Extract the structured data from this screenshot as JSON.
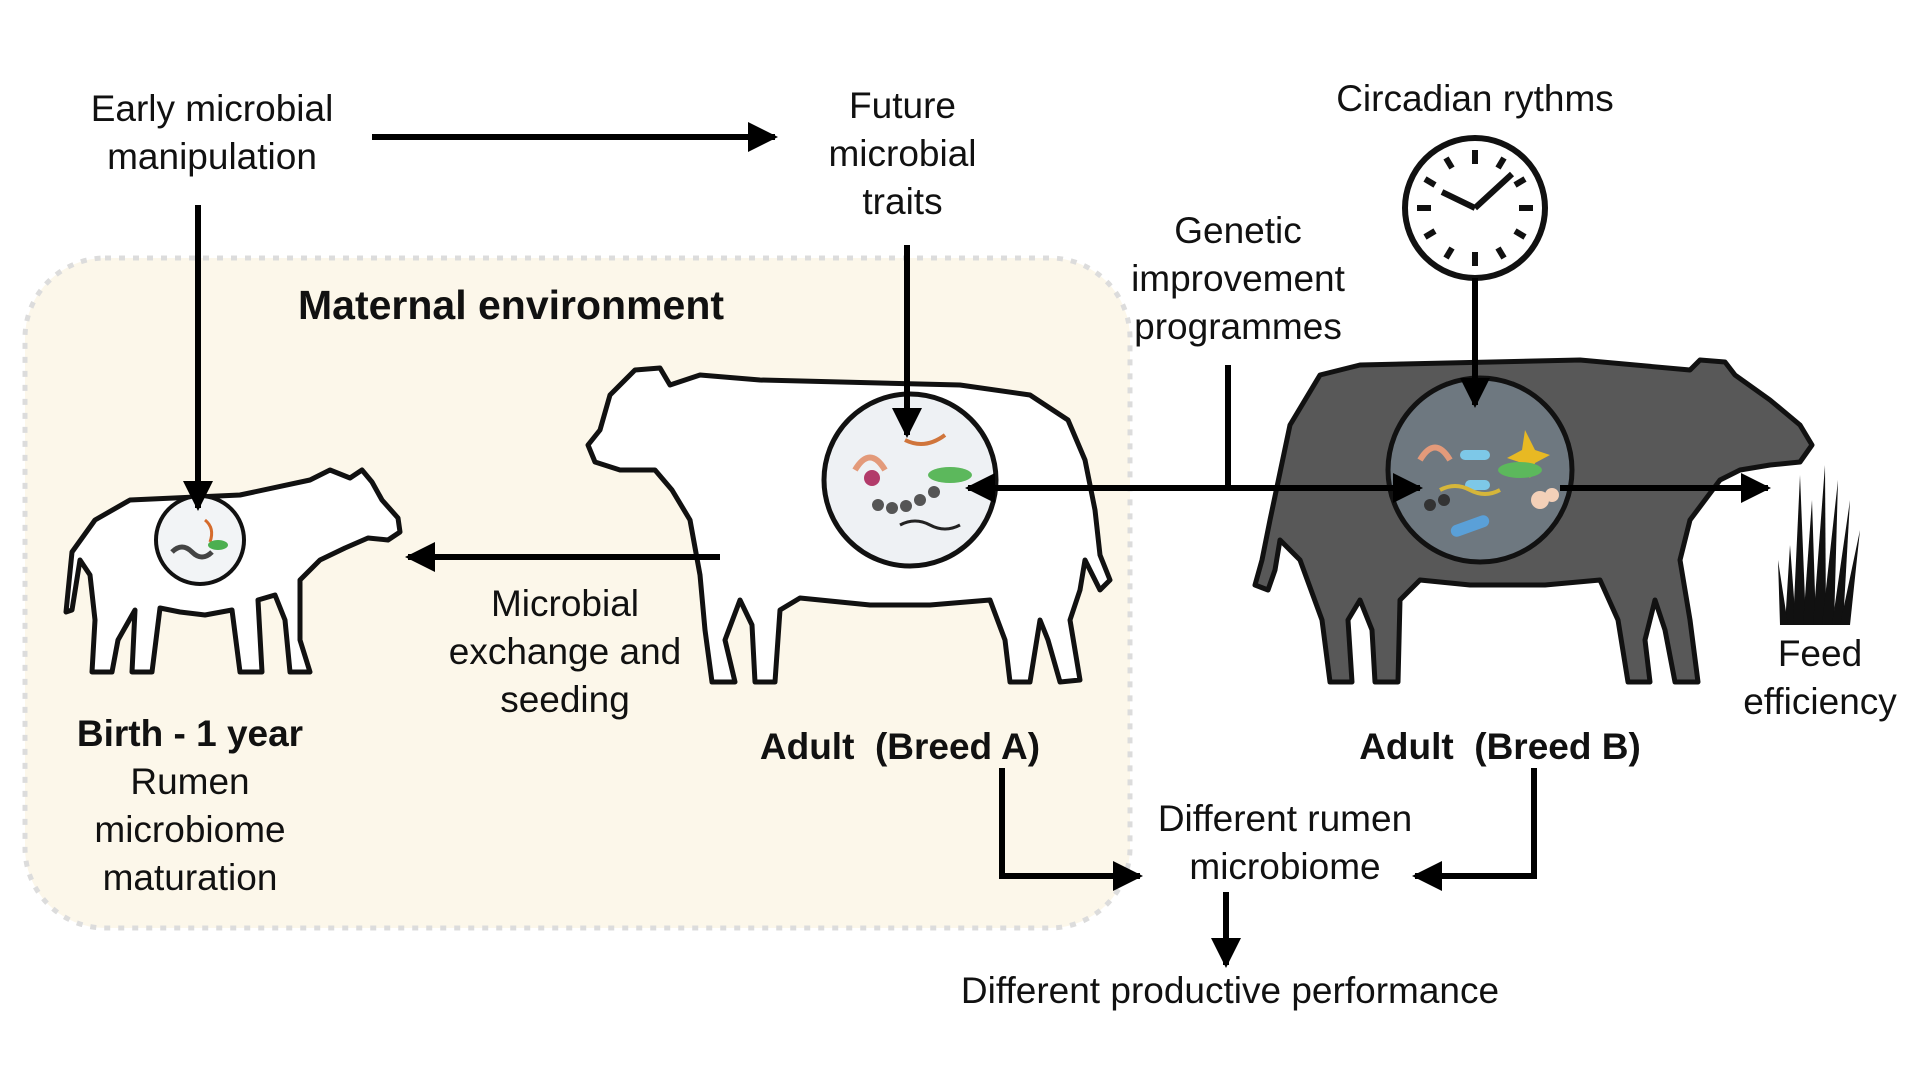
{
  "labels": {
    "early_manipulation": "Early microbial manipulation",
    "future_traits": "Future microbial traits",
    "circadian": "Circadian rythms",
    "genetic": "Genetic improvement programmes",
    "maternal_env": "Maternal environment",
    "microbial_exchange": "Microbial exchange and seeding",
    "birth_title": "Birth - 1 year",
    "rumen_maturation": "Rumen microbiome maturation",
    "adult_a": "Adult  (Breed A)",
    "adult_b": "Adult  (Breed B)",
    "feed_efficiency": "Feed efficiency",
    "different_microbiome": "Different rumen microbiome",
    "different_performance": "Different productive performance"
  },
  "colors": {
    "maternal_bg": "#fcf7ea",
    "maternal_border": "#dcdcdc",
    "breed_b_fill": "#585858",
    "outline": "#111111",
    "arrow": "#000000"
  },
  "icons": [
    "clock-icon",
    "grass-icon",
    "rumen-microbes-icon"
  ]
}
